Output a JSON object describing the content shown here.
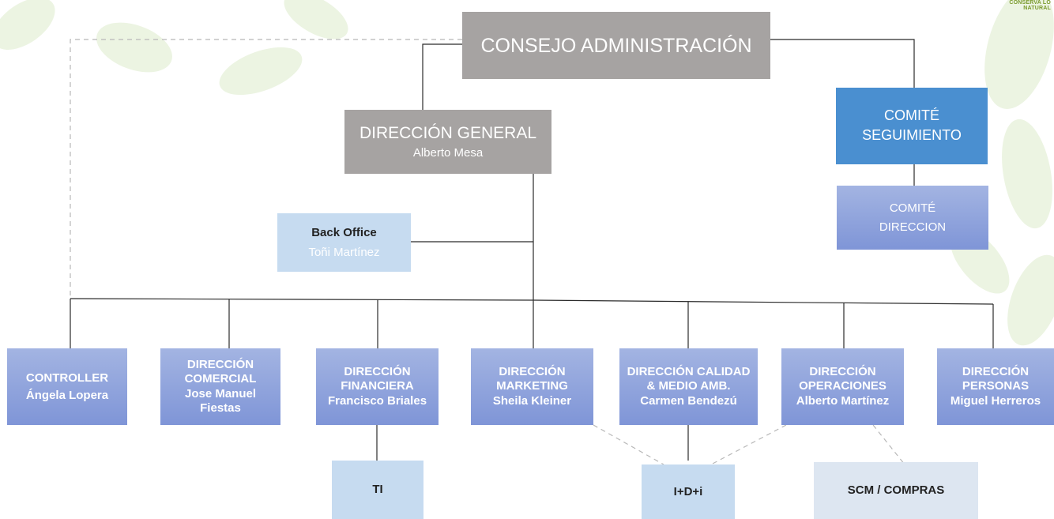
{
  "brand": {
    "tagline": "CONSERVA LO NATURAL"
  },
  "consejo": {
    "title": "CONSEJO ADMINISTRACIÓN"
  },
  "direccion_general": {
    "title": "DIRECCIÓN GENERAL",
    "person": "Alberto Mesa"
  },
  "comite_seguimiento": {
    "line1": "COMITÉ",
    "line2": "SEGUIMIENTO"
  },
  "comite_direccion": {
    "line1": "COMITÉ",
    "line2": "DIRECCION"
  },
  "back_office": {
    "title": "Back Office",
    "person": "Toñi Martínez"
  },
  "departments": [
    {
      "lines": [
        "CONTROLLER"
      ],
      "person": "Ángela Lopera"
    },
    {
      "lines": [
        "DIRECCIÓN",
        "COMERCIAL"
      ],
      "person": [
        "Jose Manuel",
        "Fiestas"
      ]
    },
    {
      "lines": [
        "DIRECCIÓN",
        "FINANCIERA"
      ],
      "person": "Francisco Briales"
    },
    {
      "lines": [
        "DIRECCIÓN",
        "MARKETING"
      ],
      "person": "Sheila Kleiner"
    },
    {
      "lines": [
        "DIRECCIÓN CALIDAD",
        "& MEDIO AMB."
      ],
      "person": "Carmen Bendezú"
    },
    {
      "lines": [
        "DIRECCIÓN",
        "OPERACIONES"
      ],
      "person": "Alberto Martínez"
    },
    {
      "lines": [
        "DIRECCIÓN",
        "PERSONAS"
      ],
      "person": "Miguel Herreros"
    }
  ],
  "sub_units": {
    "ti": "TI",
    "idi": "I+D+i",
    "scm": "SCM / COMPRAS"
  },
  "colors": {
    "grey_box": "#a6a3a2",
    "accent_blue": "#4a8fd0",
    "dept_gradient_top": "#a3b4e2",
    "dept_gradient_bottom": "#7f95d7",
    "sub_light_blue": "#c6dbf0",
    "sub_pale": "#dde6f1"
  }
}
